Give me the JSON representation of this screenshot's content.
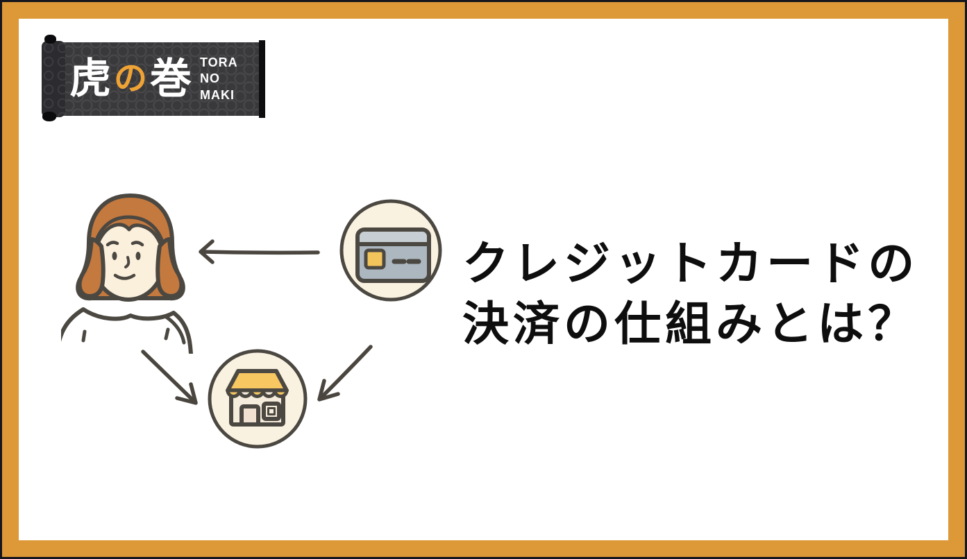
{
  "page": {
    "background": "#ffffff",
    "frame_color": "#dd9838",
    "frame_edge_color": "#16161e"
  },
  "logo": {
    "kanji": [
      "虎",
      "の",
      "巻"
    ],
    "romaji": [
      "TORA",
      "NO",
      "MAKI"
    ],
    "scroll_color": "#39393c",
    "accent_color": "#f0a335",
    "text_color": "#ffffff"
  },
  "title": {
    "line1": "クレジットカードの",
    "line2": "決済の仕組みとは？",
    "color": "#0e0e0e"
  },
  "diagram": {
    "nodes": [
      {
        "id": "customer",
        "icon": "woman-customer-illustration"
      },
      {
        "id": "credit-card",
        "icon": "credit-card-icon"
      },
      {
        "id": "store",
        "icon": "storefront-icon"
      }
    ],
    "arrows": [
      {
        "from": "credit-card",
        "to": "customer"
      },
      {
        "from": "customer",
        "to": "store"
      },
      {
        "from": "credit-card",
        "to": "store"
      }
    ],
    "colors": {
      "outline": "#4b4741",
      "circle_fill": "#faf2e1",
      "hair": "#c4793e",
      "skin": "#fbf0dc",
      "shirt": "#ffffff",
      "card_body": "#acb7bf",
      "card_stripe": "#c7cfd4",
      "chip_yellow": "#f3c45c",
      "awning_yellow": "#f7c761",
      "building_cream": "#f5ecdc",
      "arrow": "#4a463f"
    }
  }
}
